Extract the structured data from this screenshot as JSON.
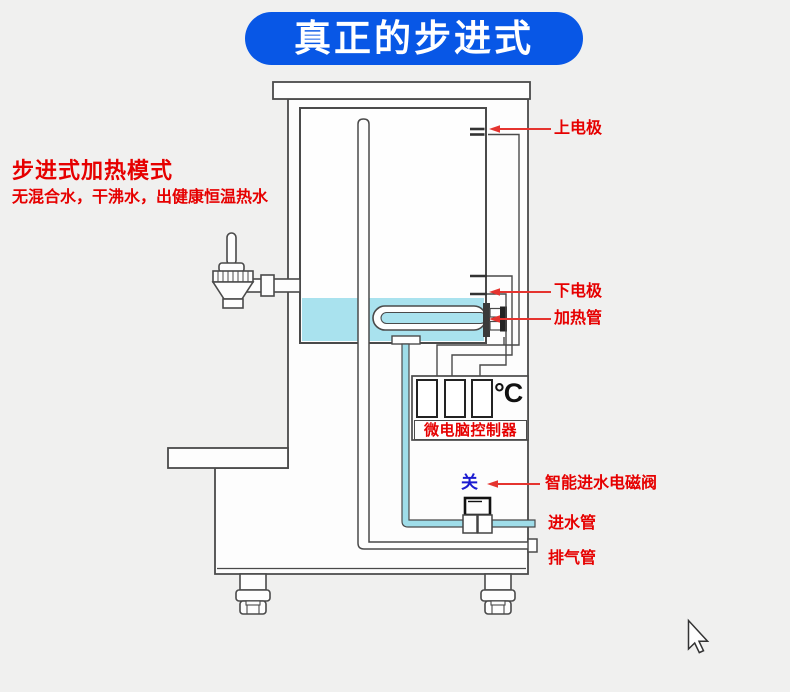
{
  "banner": {
    "title": "真正的步进式",
    "bg_color": "#0857e6",
    "text_color": "#ffffff"
  },
  "intro": {
    "heading": "步进式加热模式",
    "subheading": "无混合水，干沸水，出健康恒温热水",
    "text_color": "#e60000"
  },
  "diagram": {
    "labels": {
      "upper_electrode": "上电极",
      "lower_electrode": "下电极",
      "heating_tube": "加热管",
      "controller": "微电脑控制器",
      "temp_unit": "°C",
      "valve_state": "关",
      "inlet_valve": "智能进水电磁阀",
      "inlet_pipe": "进水管",
      "exhaust_pipe": "排气管"
    },
    "colors": {
      "label_red": "#e60000",
      "arrow_red": "#e5342f",
      "valve_state_blue": "#1b1bd0",
      "water_cyan": "#a9e2ee",
      "pipe_cyan": "#9fdde9",
      "line_gray": "#4a4a4a"
    }
  },
  "cursor": {
    "icon": "arrow-pointer"
  }
}
